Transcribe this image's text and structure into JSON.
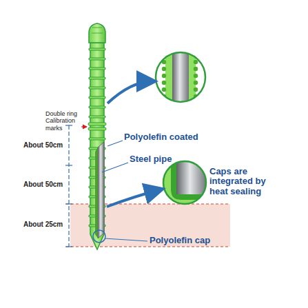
{
  "diagram": {
    "labels": [
      "Double ring Calibration marks",
      "About 50cm",
      "About 50cm",
      "About 25cm",
      "Polyolefin coated",
      "Steel pipe",
      "Caps are integrated by heat sealing",
      "Polyolefin cap"
    ]
  }
}
